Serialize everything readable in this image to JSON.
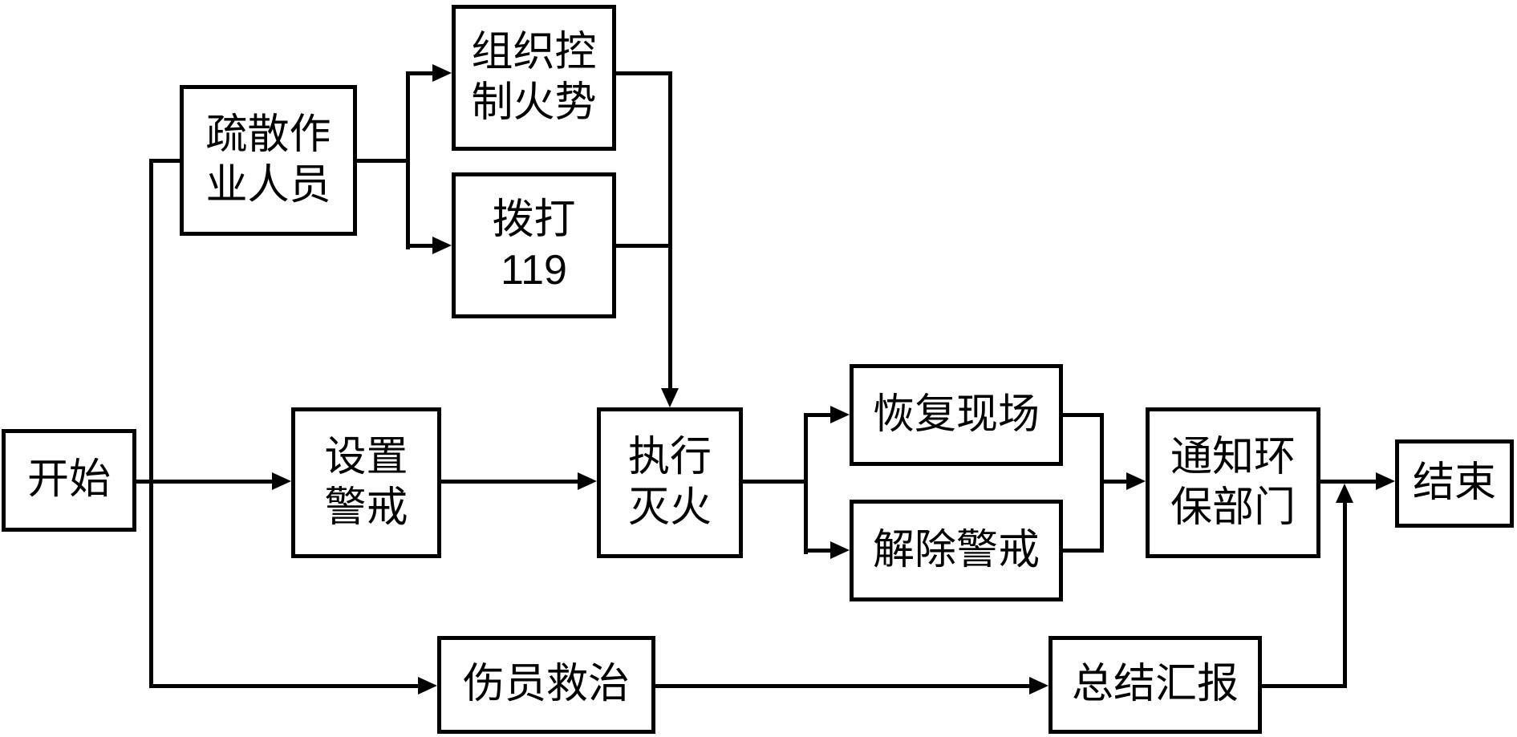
{
  "diagram": {
    "background_color": "#ffffff",
    "line_color": "#000000",
    "text_color": "#000000",
    "nodes": {
      "start": {
        "label": "开始"
      },
      "evacuate": {
        "label": "疏散作\n业人员"
      },
      "control_fire": {
        "label": "组织控\n制火势"
      },
      "call_119": {
        "label": "拨打\n119"
      },
      "set_cordon": {
        "label": "设置\n警戒"
      },
      "extinguish": {
        "label": "执行\n灭火"
      },
      "restore_site": {
        "label": "恢复现场"
      },
      "lift_cordon": {
        "label": "解除警戒"
      },
      "notify_env": {
        "label": "通知环\n保部门"
      },
      "end": {
        "label": "结束"
      },
      "treat_injured": {
        "label": "伤员救治"
      },
      "summary_report": {
        "label": "总结汇报"
      }
    },
    "edges": [
      {
        "from": "start",
        "to": "evacuate"
      },
      {
        "from": "start",
        "to": "set_cordon"
      },
      {
        "from": "start",
        "to": "treat_injured"
      },
      {
        "from": "evacuate",
        "to": "control_fire"
      },
      {
        "from": "evacuate",
        "to": "call_119"
      },
      {
        "from": "control_fire",
        "to": "extinguish"
      },
      {
        "from": "call_119",
        "to": "extinguish"
      },
      {
        "from": "set_cordon",
        "to": "extinguish"
      },
      {
        "from": "extinguish",
        "to": "restore_site"
      },
      {
        "from": "extinguish",
        "to": "lift_cordon"
      },
      {
        "from": "restore_site",
        "to": "notify_env"
      },
      {
        "from": "lift_cordon",
        "to": "notify_env"
      },
      {
        "from": "notify_env",
        "to": "end"
      },
      {
        "from": "treat_injured",
        "to": "summary_report"
      },
      {
        "from": "summary_report",
        "to": "end"
      }
    ]
  }
}
